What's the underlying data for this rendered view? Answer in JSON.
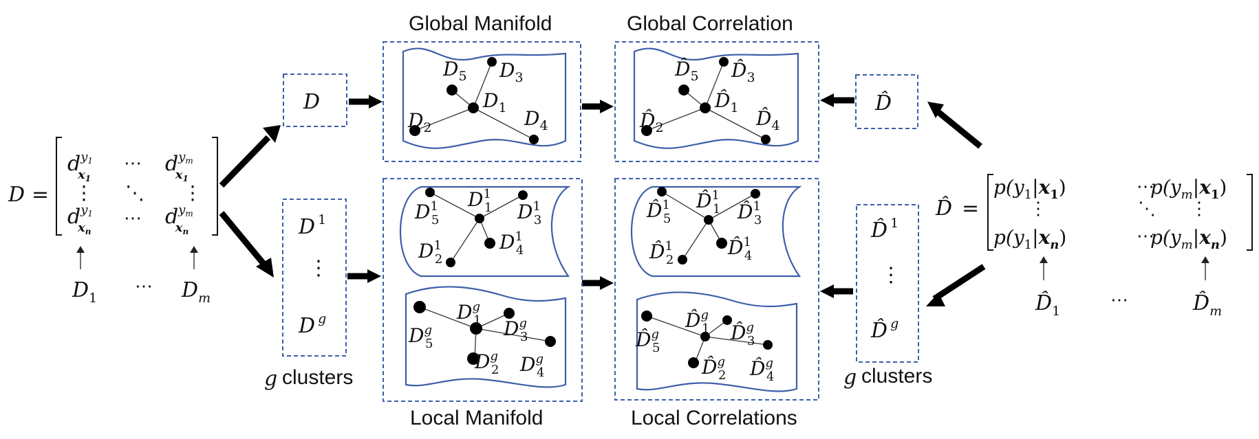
{
  "labels": {
    "global_manifold": "Global Manifold",
    "global_correlation": "Global Correlation",
    "local_manifold": "Local Manifold",
    "local_correlations": "Local Correlations",
    "g_left": "g",
    "clusters_left": "clusters",
    "g_right": "g",
    "clusters_right": "clusters"
  },
  "left_matrix": {
    "lhs": "D",
    "eq": "=",
    "d": "d",
    "x1": "x",
    "sub1": "1",
    "xn": "x",
    "subn": "n",
    "y1": "y",
    "y1sub": "1",
    "ym": "y",
    "ymsub": "m",
    "hdots": "⋯",
    "vdots": "⋮",
    "ddots": "⋱",
    "col1": "D",
    "col1sub": "1",
    "coldots": "⋯",
    "colm": "D",
    "colmsub": "m"
  },
  "right_matrix": {
    "lhs": "D̂",
    "eq": "=",
    "row1_left": "p(y",
    "row1_left_sub": "1",
    "row1_left_mid": "|",
    "row1_left_x": "x",
    "row1_left_xsub": "1",
    "row1_left_end": ")",
    "rown_left": "p(y",
    "rown_left_sub": "1",
    "rown_left_mid": "|",
    "rown_left_x": "x",
    "rown_left_xsub": "n",
    "rown_left_end": ")",
    "row1_right": "p(y",
    "row1_right_sub": "m",
    "row1_right_mid": "|",
    "row1_right_x": "x",
    "row1_right_xsub": "1",
    "row1_right_end": ")",
    "rown_right": "p(y",
    "rown_right_sub": "m",
    "rown_right_mid": "|",
    "rown_right_x": "x",
    "rown_right_xsub": "n",
    "rown_right_end": ")",
    "hdots": "⋯",
    "vdots": "⋮",
    "ddots": "⋱",
    "col1": "D̂",
    "col1sub": "1",
    "coldots": "⋯",
    "colm": "D̂",
    "colmsub": "m"
  },
  "boxes": {
    "d_box": "D",
    "clusters_left": {
      "top": "D",
      "top_sup": "1",
      "dots": "⋮",
      "bottom": "D",
      "bottom_sup": "g"
    },
    "dhat_box": "D̂",
    "clusters_right": {
      "top": "D̂",
      "top_sup": "1",
      "dots": "⋮",
      "bottom": "D̂",
      "bottom_sup": "g"
    }
  },
  "global_manifold_nodes": [
    {
      "base": "D",
      "sub": "1"
    },
    {
      "base": "D",
      "sub": "2"
    },
    {
      "base": "D",
      "sub": "3"
    },
    {
      "base": "D",
      "sub": "4"
    },
    {
      "base": "D",
      "sub": "5"
    }
  ],
  "global_correlation_nodes": [
    {
      "base": "D̂",
      "sub": "1"
    },
    {
      "base": "D̂",
      "sub": "2"
    },
    {
      "base": "D̂",
      "sub": "3"
    },
    {
      "base": "D̂",
      "sub": "4"
    },
    {
      "base": "D̂",
      "sub": "5"
    }
  ],
  "local_manifold_top_nodes": [
    {
      "base": "D",
      "sub": "1",
      "sup": "1"
    },
    {
      "base": "D",
      "sub": "2",
      "sup": "1"
    },
    {
      "base": "D",
      "sub": "3",
      "sup": "1"
    },
    {
      "base": "D",
      "sub": "4",
      "sup": "1"
    },
    {
      "base": "D",
      "sub": "5",
      "sup": "1"
    }
  ],
  "local_manifold_bottom_nodes": [
    {
      "base": "D",
      "sub": "1",
      "sup": "g"
    },
    {
      "base": "D",
      "sub": "2",
      "sup": "g"
    },
    {
      "base": "D",
      "sub": "3",
      "sup": "g"
    },
    {
      "base": "D",
      "sub": "4",
      "sup": "g"
    },
    {
      "base": "D",
      "sub": "5",
      "sup": "g"
    }
  ],
  "local_correlation_top_nodes": [
    {
      "base": "D̂",
      "sub": "1",
      "sup": "1"
    },
    {
      "base": "D̂",
      "sub": "2",
      "sup": "1"
    },
    {
      "base": "D̂",
      "sub": "3",
      "sup": "1"
    },
    {
      "base": "D̂",
      "sub": "4",
      "sup": "1"
    },
    {
      "base": "D̂",
      "sub": "5",
      "sup": "1"
    }
  ],
  "local_correlation_bottom_nodes": [
    {
      "base": "D̂",
      "sub": "1",
      "sup": "g"
    },
    {
      "base": "D̂",
      "sub": "2",
      "sup": "g"
    },
    {
      "base": "D̂",
      "sub": "3",
      "sup": "g"
    },
    {
      "base": "D̂",
      "sub": "4",
      "sup": "g"
    },
    {
      "base": "D̂",
      "sub": "5",
      "sup": "g"
    }
  ],
  "colors": {
    "box_border": "#3b5fa8",
    "arrow": "#000000",
    "node": "#000000"
  }
}
